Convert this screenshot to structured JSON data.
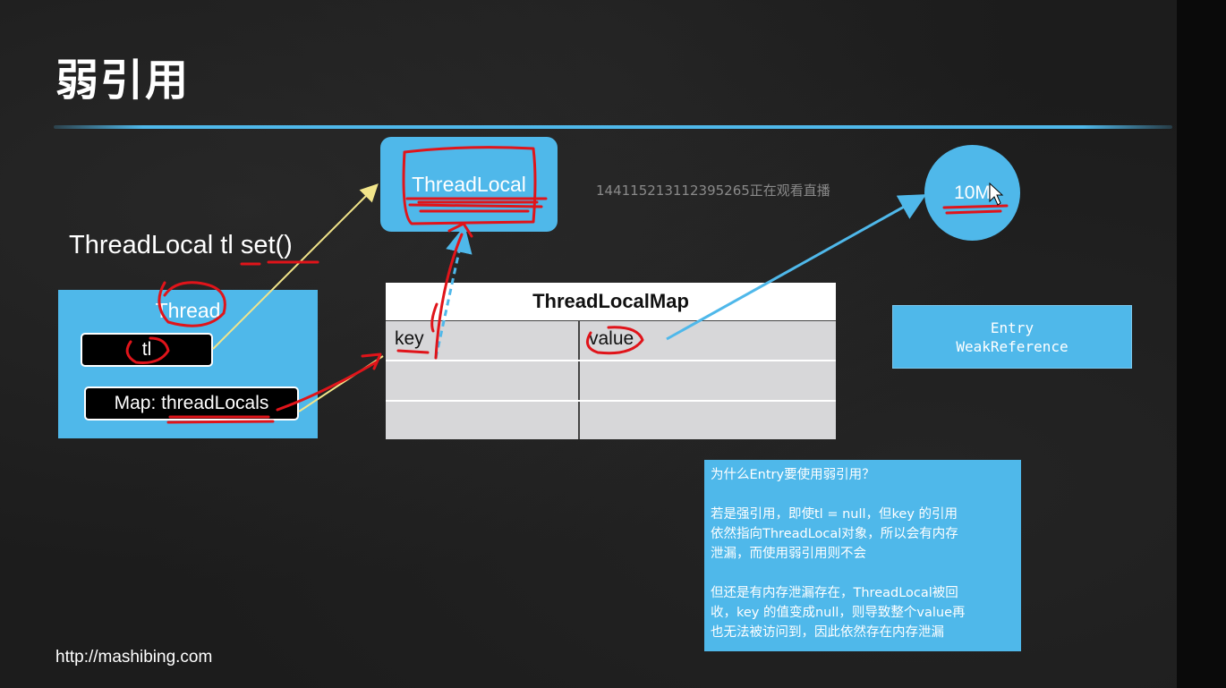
{
  "slide": {
    "title": "弱引用",
    "url": "http://mashibing.com",
    "watching_notice": "144115213112395265正在观看直播"
  },
  "diagram": {
    "threadlocal_node": "ThreadLocal",
    "memory_node": "10M",
    "code_line": "ThreadLocal tl set()",
    "thread": {
      "label": "Thread",
      "field_tl": "tl",
      "field_map": "Map: threadLocals"
    },
    "map_table": {
      "title": "ThreadLocalMap",
      "columns": [
        "key",
        "value"
      ],
      "rows": [
        [
          "key",
          "value"
        ],
        [
          "",
          ""
        ],
        [
          "",
          ""
        ]
      ]
    },
    "entry_box": {
      "line1": "Entry",
      "line2": "WeakReference"
    },
    "note": {
      "q": "为什么Entry要使用弱引用？",
      "p1_l1": "若是强引用，即使tl = null，但key 的引用",
      "p1_l2": "依然指向ThreadLocal对象，所以会有内存",
      "p1_l3": "泄漏，而使用弱引用则不会",
      "p2_l1": "但还是有内存泄漏存在，ThreadLocal被回",
      "p2_l2": "收，key 的值变成null，则导致整个value再",
      "p2_l3": "也无法被访问到，因此依然存在内存泄漏"
    }
  },
  "colors": {
    "accent_blue": "#4fb8ea",
    "annotation_red": "#e0141a",
    "arrow_yellow": "#f2e58a",
    "background": "#1c1c1c"
  }
}
